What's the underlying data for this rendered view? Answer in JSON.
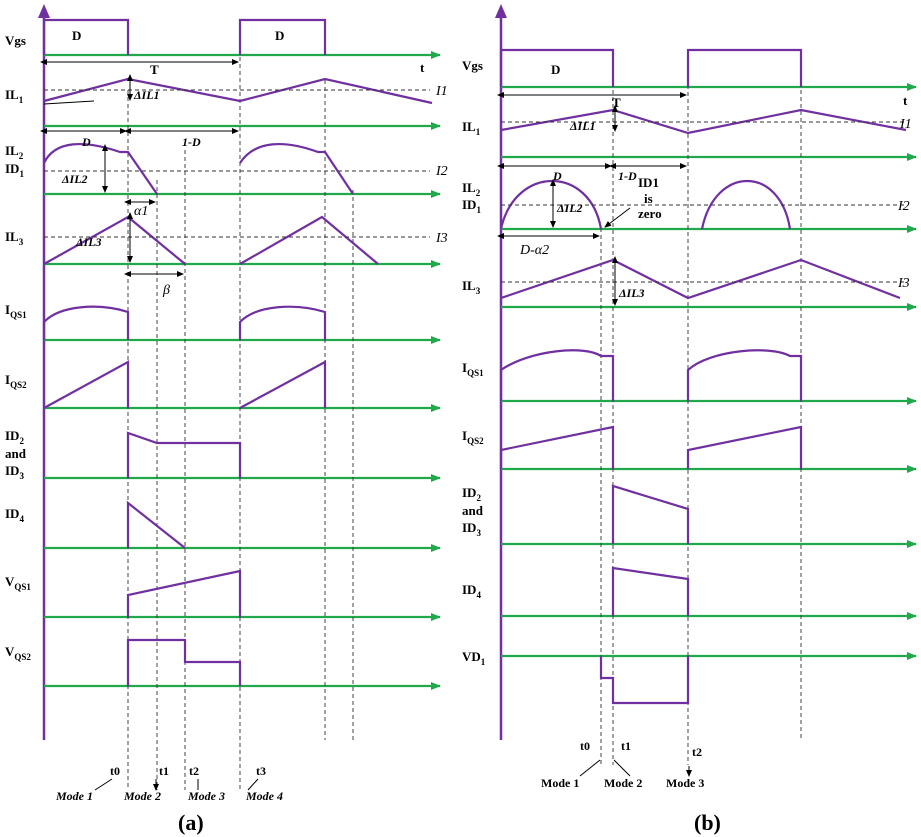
{
  "panel_a": {
    "caption": "(a)",
    "signals": {
      "vgs": "Vgs",
      "il1_main": "IL",
      "il1_sub": "1",
      "il2_main": "IL",
      "il2_sub": "2",
      "id1_main": "ID",
      "id1_sub": "1",
      "il3_main": "IL",
      "il3_sub": "3",
      "iqs1_main": "I",
      "iqs1_sub": "QS1",
      "iqs2_main": "I",
      "iqs2_sub": "QS2",
      "id2_main": "ID",
      "id2_sub": "2",
      "and_word": "and",
      "id3_main": "ID",
      "id3_sub": "3",
      "id4_main": "ID",
      "id4_sub": "4",
      "vqs1_main": "V",
      "vqs1_sub": "QS1",
      "vqs2_main": "V",
      "vqs2_sub": "QS2"
    },
    "annotations": {
      "d_pulse1": "D",
      "d_pulse2": "D",
      "period": "T",
      "time_axis": "t",
      "i1": "I1",
      "delta_il1": "ΔIL1",
      "d_interval": "D",
      "one_minus_d": "1-D",
      "i2": "I2",
      "delta_il2": "ΔIL2",
      "alpha1": "α1",
      "i3": "I3",
      "delta_il3": "ΔIL3",
      "beta": "β"
    },
    "times": [
      "t0",
      "t1",
      "t2",
      "t3"
    ],
    "modes": [
      "Mode 1",
      "Mode 2",
      "Mode 3",
      "Mode 4"
    ]
  },
  "panel_b": {
    "caption": "(b)",
    "signals": {
      "vgs": "Vgs",
      "il1_main": "IL",
      "il1_sub": "1",
      "il2_main": "IL",
      "il2_sub": "2",
      "id1_main": "ID",
      "id1_sub": "1",
      "il3_main": "IL",
      "il3_sub": "3",
      "iqs1_main": "I",
      "iqs1_sub": "QS1",
      "iqs2_main": "I",
      "iqs2_sub": "QS2",
      "id2_main": "ID",
      "id2_sub": "2",
      "and_word": "and",
      "id3_main": "ID",
      "id3_sub": "3",
      "id4_main": "ID",
      "id4_sub": "4",
      "vd1_main": "VD",
      "vd1_sub": "1"
    },
    "annotations": {
      "d_pulse1": "D",
      "period": "T",
      "time_axis": "t",
      "i1": "I1",
      "delta_il1": "ΔIL1",
      "d_interval": "D",
      "one_minus_d": "1-D",
      "i2": "I2",
      "delta_il2": "ΔIL2",
      "id1_zero_l1": "ID1",
      "id1_zero_l2": "is",
      "id1_zero_l3": "zero",
      "d_minus_alpha": "D-α2",
      "i3": "I3",
      "delta_il3": "ΔIL3"
    },
    "times": [
      "t0",
      "t1",
      "t2"
    ],
    "modes": [
      "Mode 1",
      "Mode 2",
      "Mode 3"
    ]
  },
  "colors": {
    "waveform": "#7030a0",
    "time_axis": "#21a84a",
    "text": "#000000"
  }
}
